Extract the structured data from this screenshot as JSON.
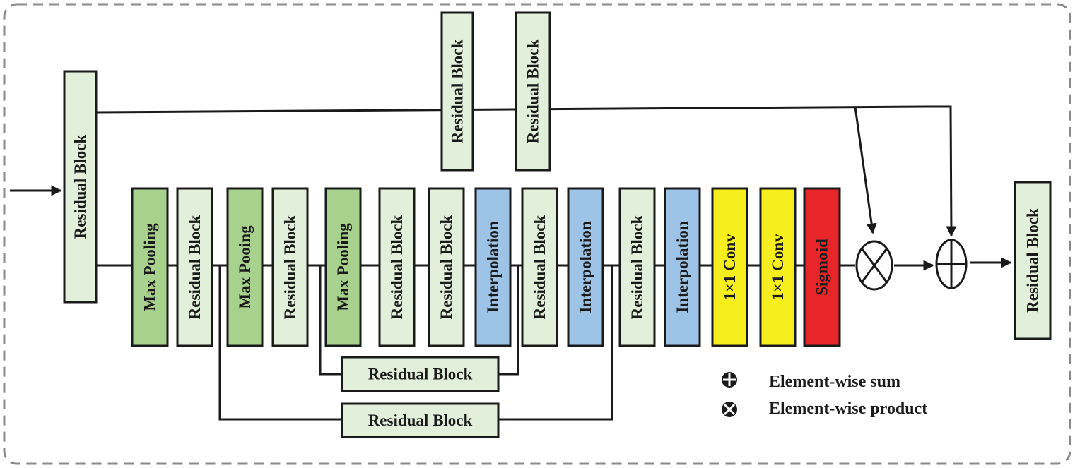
{
  "colors": {
    "residual": "#e2efda",
    "pooling": "#a9d18e",
    "interpolation": "#9dc3e6",
    "conv": "#f5ee1c",
    "sigmoid": "#e8262a",
    "line": "#1a1a1a",
    "frame": "#8a8a8a"
  },
  "blocks": {
    "input_residual": "Residual Block",
    "top_residual_1": "Residual Block",
    "top_residual_2": "Residual Block",
    "max_pooling_1": "Max Pooling",
    "residual_1": "Residual Block",
    "max_pooing_2": "Max Pooing",
    "residual_2": "Residual Block",
    "max_pooling_3": "Max Pooling",
    "residual_3": "Residual Block",
    "residual_4": "Residual Block",
    "interpolation_1": "Interpolation",
    "residual_5": "Residual Block",
    "interpolation_2": "Interpolation",
    "residual_6": "Residual Block",
    "interpolation_3": "Interpolation",
    "conv_1": "1×1 Conv",
    "conv_2": "1×1 Conv",
    "sigmoid": "Sigmoid",
    "output_residual": "Residual Block",
    "skip_residual_inner": "Residual Block",
    "skip_residual_outer": "Residual Block"
  },
  "legend": {
    "sum_label": "Element-wise sum",
    "product_label": "Element-wise product"
  }
}
